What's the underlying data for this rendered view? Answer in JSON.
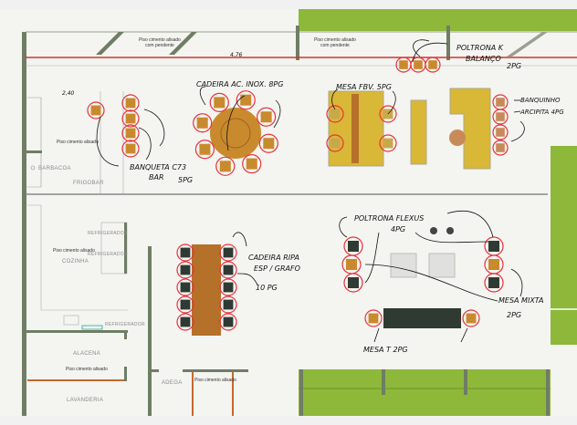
{
  "plan": {
    "labels": {
      "floor_slope": "Piso cimento alisado",
      "floor_slope_2": "com pendente",
      "floor": "Piso cimento alisado",
      "floor_alt": "Piso cimento alisado",
      "dim_top": "4.76",
      "dim_left": "2,40"
    },
    "rooms": {
      "barbacoa": "BARBACOA",
      "frigobar": "FRIGOBAR",
      "refrigerador": "REFRIGERADOR",
      "cozinha": "COZINHA",
      "alacena": "ALACENA",
      "lavanderia": "LAVANDERIA",
      "adega": "ADEGA"
    },
    "notes": {
      "cadeira_inox": "CADEIRA AC. INOX. 8PG",
      "banqueta_1": "BANQUETA C73",
      "banqueta_2": "BAR",
      "banqueta_3": "5PG",
      "mesa_fbv": "MESA FBV.   5PG",
      "poltrona_k_1": "POLTRONA K",
      "poltrona_k_2": "BALANÇO",
      "poltrona_k_3": "2PG",
      "banquinho_1": "BANQUINHO",
      "banquinho_2": "ARCIPITA 4PG",
      "cadeira_ripa_1": "CADEIRA RIPA",
      "cadeira_ripa_2": "ESP / GRAFO",
      "cadeira_ripa_3": "10 PG",
      "poltrona_flexus_1": "POLTRONA FLEXUS",
      "poltrona_flexus_2": "4PG",
      "mesa_mixta_1": "MESA MIXTA",
      "mesa_mixta_2": "2PG",
      "mesa_t": "MESA T   2PG"
    },
    "colors": {
      "lawn": "#8db83a",
      "wall": "#6f7d64",
      "highlight": "#e8323c",
      "wood": "#b5702a",
      "gold": "#d9b737"
    }
  }
}
